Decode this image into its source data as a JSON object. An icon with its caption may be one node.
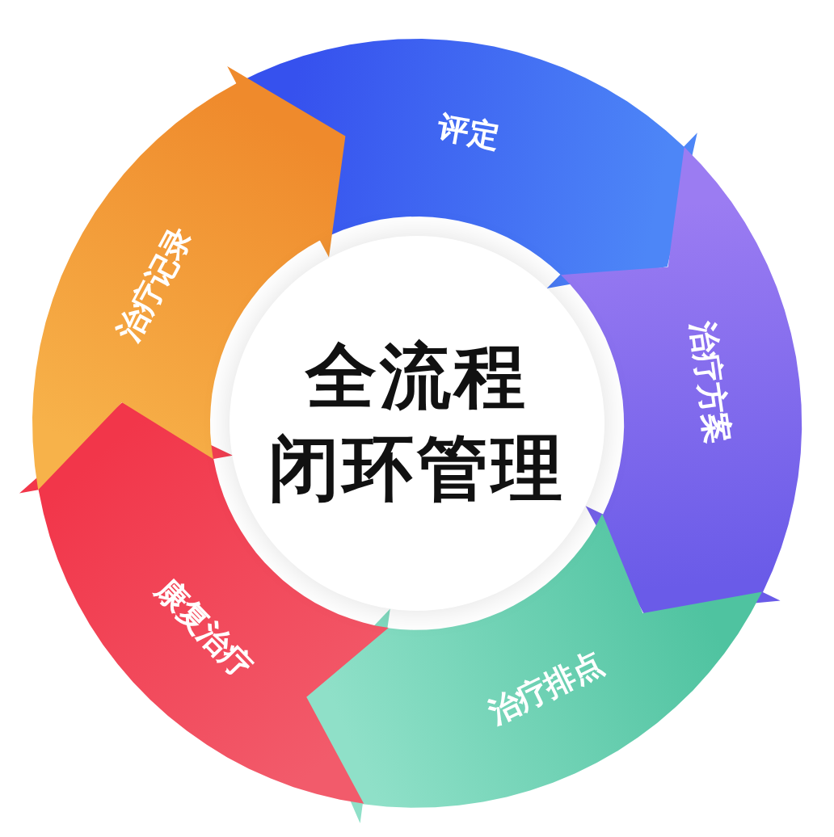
{
  "diagram": {
    "nodes": [
      {
        "text": [
          "评定"
        ]
      },
      {
        "text": [
          "治疗方案"
        ]
      },
      {
        "text": [
          "治疗排点"
        ]
      },
      {
        "text": [
          "康复治疗"
        ]
      },
      {
        "text": [
          "治疗记录"
        ]
      },
      {
        "text": [
          "全流程",
          "闭环管理"
        ]
      }
    ]
  }
}
